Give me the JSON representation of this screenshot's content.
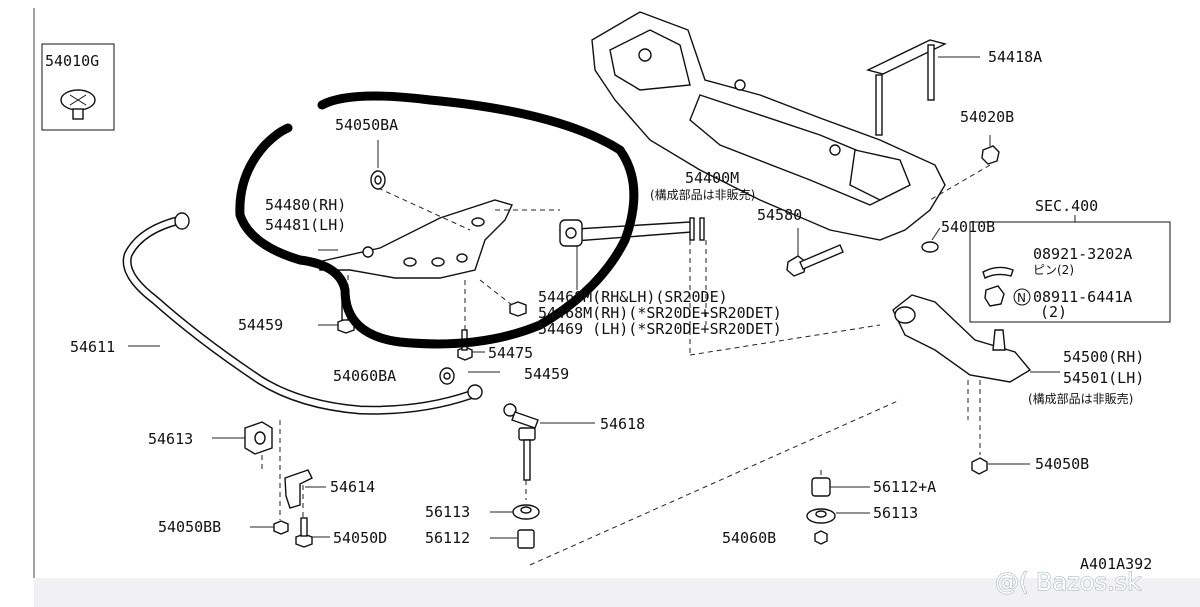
{
  "labels": {
    "p54010G": "54010G",
    "p54050BA": "54050BA",
    "p54480": "54480(RH)",
    "p54481": "54481(LH)",
    "p54400M": "54400M",
    "p54400M_note": "(構成部品は非販売)",
    "p54418A": "54418A",
    "p54020B": "54020B",
    "p54580": "54580",
    "p54010B": "54010B",
    "sec400": "SEC.400",
    "p08921": "08921-3202A",
    "p08921_qty": "ピン(2)",
    "p08911": "08911-6441A",
    "p08911_qty": "(2)",
    "n_mark": "N",
    "p54468a": "54468M(RH&LH)(SR20DE)",
    "p54468b": "54468M(RH)(*SR20DE+SR20DET)",
    "p54469": "54469 (LH)(*SR20DE+SR20DET)",
    "p54459a": "54459",
    "p54475": "54475",
    "p54459b": "54459",
    "p54611": "54611",
    "p54060BA": "54060BA",
    "p54500": "54500(RH)",
    "p54501": "54501(LH)",
    "p54500_note": "(構成部品は非販売)",
    "p54613": "54613",
    "p54618": "54618",
    "p54614": "54614",
    "p54050B": "54050B",
    "p54050BB": "54050BB",
    "p54050D": "54050D",
    "p56113a": "56113",
    "p56112": "56112",
    "p56112A": "56112+A",
    "p56113b": "56113",
    "p54060B": "54060B",
    "diagram_code": "A401A392",
    "watermark": "@( Bazos.sk"
  },
  "colors": {
    "line": "#111111",
    "highlight": "#000000",
    "footer": "#f1f1f3"
  }
}
